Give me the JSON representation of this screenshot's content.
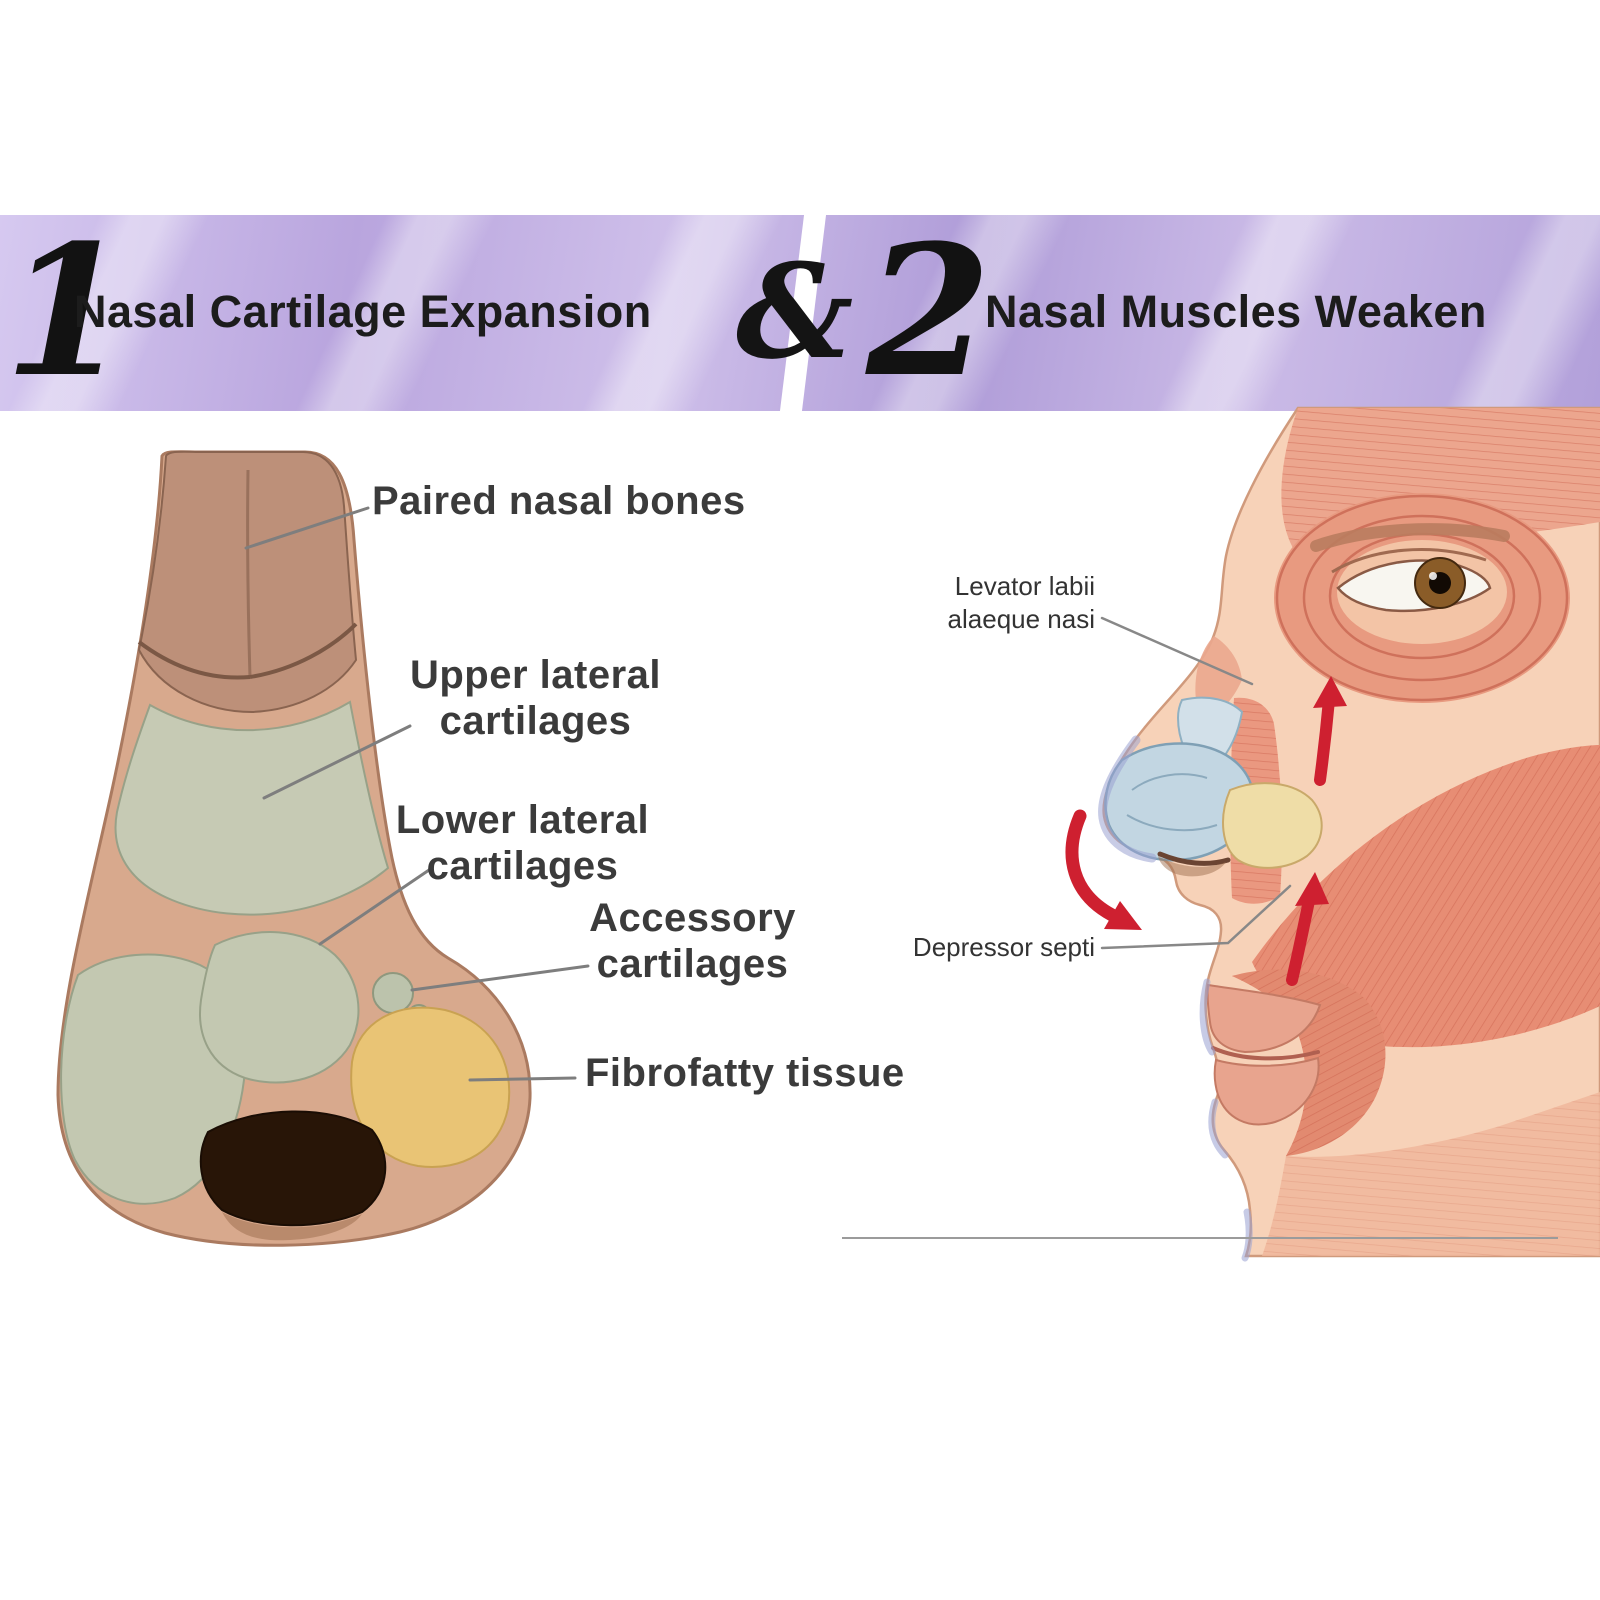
{
  "header": {
    "step1_number": "1",
    "step1_title": "Nasal Cartilage Expansion",
    "ampersand": "&",
    "step2_number": "2",
    "step2_title": "Nasal Muscles Weaken"
  },
  "left_panel": {
    "label_paired_nasal_bones": "Paired nasal bones",
    "label_upper_lateral_line1": "Upper lateral",
    "label_upper_lateral_line2": "cartilages",
    "label_lower_lateral_line1": "Lower lateral",
    "label_lower_lateral_line2": "cartilages",
    "label_accessory_line1": "Accessory",
    "label_accessory_line2": "cartilages",
    "label_fibrofatty": "Fibrofatty tissue"
  },
  "right_panel": {
    "label_levator_line1": "Levator labii",
    "label_levator_line2": "alaeque nasi",
    "label_depressor": "Depressor septi"
  },
  "icons": {
    "curved_arrow": "red-curved-arrow-down-left",
    "arrow_up_nose": "red-up-arrow-beside-nose",
    "arrow_up_lip": "red-up-arrow-above-lip"
  },
  "palette": {
    "header_lavender": "#c2afe2",
    "header_text": "#1c1c1c",
    "label_text": "#3b3b3b",
    "leader_line": "#7e7e7e",
    "skin_tan": "#d8a98d",
    "nasal_bone_brown": "#bd9079",
    "cartilage_green": "#c6cab4",
    "fibrofatty_yellow": "#e9c475",
    "nostril_dark": "#281507",
    "face_skin": "#f7d2b8",
    "muscle_pink": "#e78d74",
    "nose_cartilage_blue": "#c2d6e2",
    "arrow_red": "#ce2030"
  }
}
